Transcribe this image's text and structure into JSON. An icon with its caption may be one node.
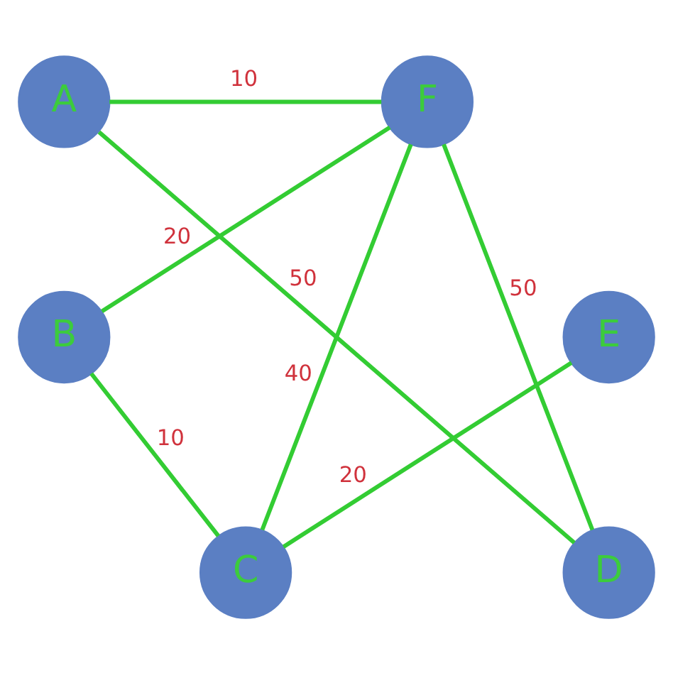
{
  "diagram": {
    "nodes": [
      {
        "text": [
          "A"
        ]
      },
      {
        "text": [
          "F"
        ]
      },
      {
        "text": [
          "E"
        ]
      },
      {
        "text": [
          "B"
        ]
      },
      {
        "text": [
          "C"
        ]
      },
      {
        "text": [
          "D"
        ]
      }
    ],
    "edges": [
      {
        "from": 0,
        "to": 1,
        "arrow": "none",
        "label": "10"
      },
      {
        "from": 0,
        "to": 5,
        "arrow": "none",
        "label": "50"
      },
      {
        "from": 1,
        "to": 3,
        "arrow": "none",
        "label": "20"
      },
      {
        "from": 1,
        "to": 4,
        "arrow": "none",
        "label": "40"
      },
      {
        "from": 1,
        "to": 5,
        "arrow": "none",
        "label": "50"
      },
      {
        "from": 3,
        "to": 4,
        "arrow": "none",
        "label": "10"
      },
      {
        "from": 2,
        "to": 4,
        "arrow": "none",
        "label": "20"
      }
    ]
  }
}
